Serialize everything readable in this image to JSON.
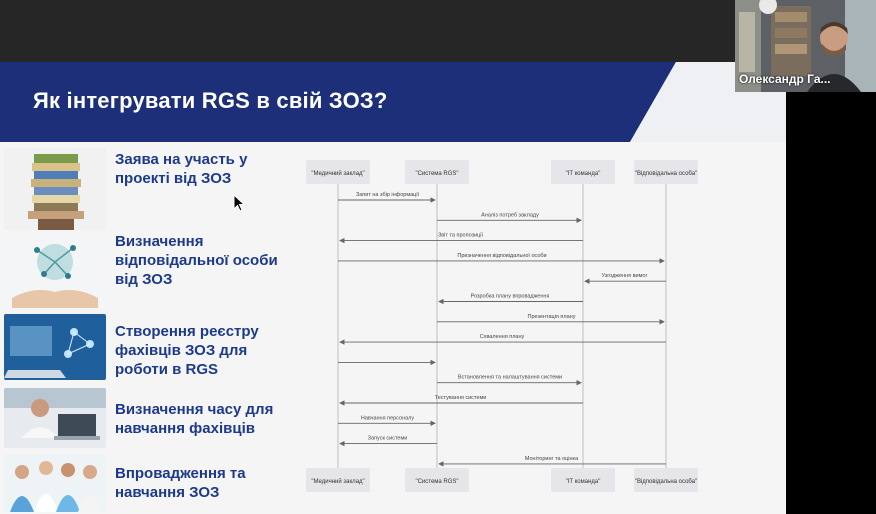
{
  "slide": {
    "title": "Як інтегрувати RGS в свій ЗОЗ?",
    "steps": [
      {
        "label": "Заява на участь у проекті від  ЗОЗ",
        "image": "documents-stack-image"
      },
      {
        "label": "Визначення відповідальної особи від ЗОЗ",
        "image": "hands-network-image"
      },
      {
        "label": "Створення реєстру фахівців ЗОЗ для роботи в RGS",
        "image": "laptop-network-image"
      },
      {
        "label": "Визначення часу для навчання фахівців",
        "image": "doctor-laptop-image"
      },
      {
        "label": "Впровадження та навчання ЗОЗ",
        "image": "medical-team-image"
      }
    ]
  },
  "diagram": {
    "actors": [
      "\"Медичний заклад\"",
      "\"Система RGS\"",
      "\"IT команда\"",
      "\"Відповідальна особа\""
    ],
    "messages": [
      {
        "from": 0,
        "to": 1,
        "text": "Запит на збір інформації"
      },
      {
        "from": 1,
        "to": 2,
        "text": "Аналіз потреб закладу"
      },
      {
        "from": 2,
        "to": 0,
        "text": "Звіт та пропозиції"
      },
      {
        "from": 0,
        "to": 3,
        "text": "Призначення відповідальної особи"
      },
      {
        "from": 3,
        "to": 2,
        "text": "Узгодження вимог"
      },
      {
        "from": 2,
        "to": 1,
        "text": "Розробка плану впровадження"
      },
      {
        "from": 1,
        "to": 3,
        "text": "Презентація плану"
      },
      {
        "from": 3,
        "to": 0,
        "text": "Схвалення плану"
      },
      {
        "from": 0,
        "to": 1,
        "text": ""
      },
      {
        "from": 1,
        "to": 2,
        "text": "Встановлення та налаштування системи"
      },
      {
        "from": 2,
        "to": 0,
        "text": "Тестування системи"
      },
      {
        "from": 0,
        "to": 1,
        "text": "Навчання персоналу"
      },
      {
        "from": 1,
        "to": 0,
        "text": "Запуск системи"
      },
      {
        "from": 3,
        "to": 1,
        "text": "Моніторинг та оцінка"
      }
    ]
  },
  "participant": {
    "name": "Олександр Га..."
  },
  "colors": {
    "banner": "#1c2f78",
    "step_text": "#1d3a8a",
    "lifeline": "#c9c9c9",
    "actor_box": "#e6e6ea"
  }
}
